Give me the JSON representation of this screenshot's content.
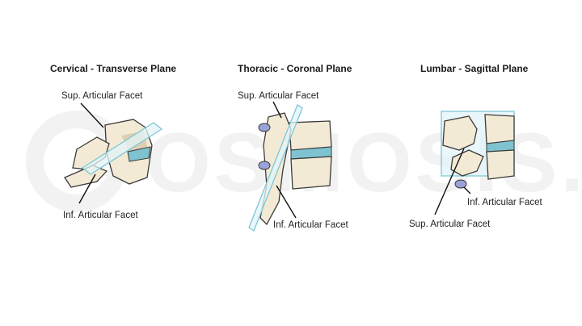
{
  "watermark": {
    "text": "OSMOSIS.org"
  },
  "panels": [
    {
      "title": "Cervical - Transverse Plane",
      "sup_label": "Sup. Articular Facet",
      "inf_label": "Inf. Articular Facet"
    },
    {
      "title": "Thoracic - Coronal Plane",
      "sup_label": "Sup. Articular Facet",
      "inf_label": "Inf. Articular Facet"
    },
    {
      "title": "Lumbar - Sagittal Plane",
      "sup_label": "Sup. Articular Facet",
      "inf_label": "Inf. Articular Facet"
    }
  ],
  "colors": {
    "bone_fill": "#f3ead6",
    "bone_stroke": "#3b3b3b",
    "bone_shade": "#dccfb2",
    "disc": "#7ec3cf",
    "facet": "#9aa3d9",
    "plane_fill": "#e3f4f8",
    "plane_stroke": "#7cc7d6",
    "watermark": "#f1f1f1"
  }
}
